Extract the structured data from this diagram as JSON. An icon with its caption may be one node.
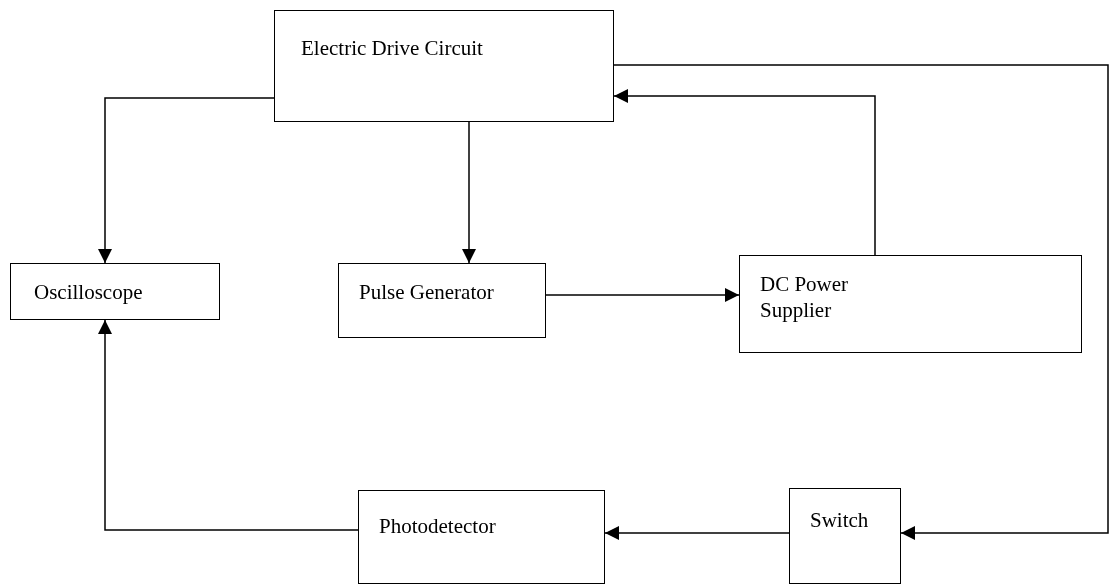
{
  "diagram": {
    "nodes": [
      {
        "text": [
          "Electric Drive Circuit"
        ]
      },
      {
        "text": [
          "Oscilloscope"
        ]
      },
      {
        "text": [
          "Pulse Generator"
        ]
      },
      {
        "text": [
          "DC Power Supplier"
        ]
      },
      {
        "text": [
          "Photodetector"
        ]
      },
      {
        "text": [
          "Switch"
        ]
      }
    ],
    "edges": [
      {
        "from": 0,
        "to": 1,
        "arrow": "to"
      },
      {
        "from": 0,
        "to": 2,
        "arrow": "to"
      },
      {
        "from": 2,
        "to": 3,
        "arrow": "to"
      },
      {
        "from": 3,
        "to": 0,
        "arrow": "to"
      },
      {
        "from": 0,
        "to": 5,
        "arrow": "to"
      },
      {
        "from": 5,
        "to": 4,
        "arrow": "to"
      },
      {
        "from": 4,
        "to": 1,
        "arrow": "to"
      }
    ]
  }
}
